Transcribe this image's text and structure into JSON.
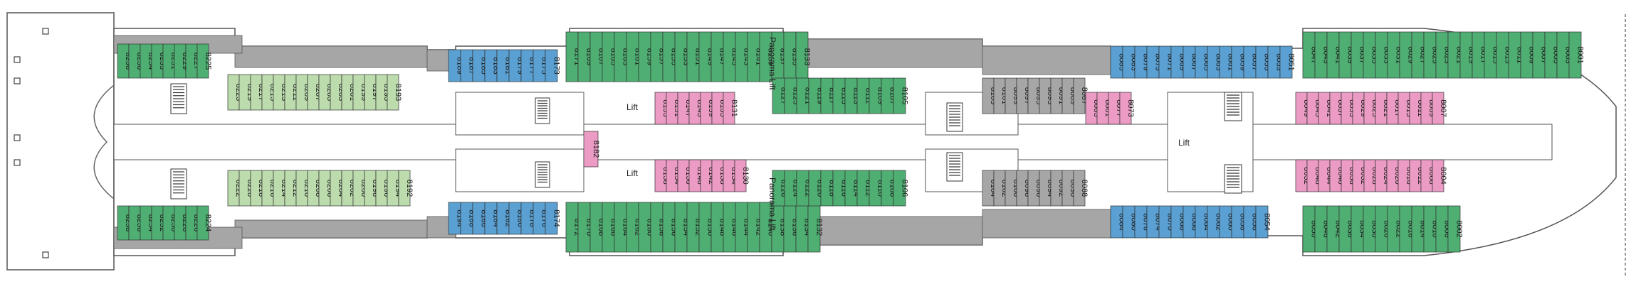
{
  "colors": {
    "hull_outline": "#555555",
    "corridor": "#ffffff",
    "service": "#a6a6a6",
    "balcony_green": "#4fae72",
    "ocean_green": "#bcdcae",
    "blue": "#5aa0d2",
    "pink": "#ec9cc4",
    "dark_grey": "#8a8a8a"
  },
  "labels": {
    "lift": "Lift",
    "panorama_lift": "Panorama Lift"
  },
  "cabins": {
    "top_outer_aft": [
      "8238",
      "8236",
      "8234",
      "8233",
      "8231",
      "8229",
      "8227",
      "8225"
    ],
    "top_inner_aft": [
      "8223",
      "8219",
      "8217",
      "8215",
      "8213",
      "8211",
      "8209",
      "8207",
      "8205",
      "8203",
      "8201",
      "8199",
      "8197",
      "8195",
      "8193"
    ],
    "top_outer_mid_blue": [
      "8189",
      "8187",
      "8185",
      "8183",
      "8181",
      "8179",
      "8177",
      "8175",
      "8173"
    ],
    "top_outer_mid_green": [
      "8171",
      "8169",
      "8167",
      "8165",
      "8163",
      "8161",
      "8159",
      "8157",
      "8155",
      "8153",
      "8151",
      "8149",
      "8147",
      "8145",
      "8143",
      "8141",
      "8139",
      "8137",
      "8135",
      "8133"
    ],
    "top_inner_mid_pink": [
      "8155",
      "8151",
      "8147",
      "8143",
      "8139",
      "8135",
      "8131"
    ],
    "top_inner_fwd_green": [
      "8127",
      "8125",
      "8121",
      "8119",
      "8117",
      "8115",
      "8113",
      "8111",
      "8109",
      "8107",
      "8105"
    ],
    "top_inner_grey_block": [
      "8103",
      "8101",
      "8099",
      "8097",
      "8095",
      "8093",
      "8091",
      "8089",
      "8087"
    ],
    "top_inner_pink_2": [
      "8085",
      "8081",
      "8077",
      "8073"
    ],
    "top_outer_fwd_blue": [
      "8085",
      "8083",
      "8079",
      "8075",
      "8071",
      "8069",
      "8067",
      "8065",
      "8063",
      "8061",
      "8059",
      "8057",
      "8055",
      "8053",
      "8051"
    ],
    "top_outer_fwd_green": [
      "8047",
      "8043",
      "8041",
      "8039",
      "8037",
      "8035",
      "8033",
      "8031",
      "8029",
      "8027",
      "8025",
      "8023",
      "8021",
      "8019",
      "8017",
      "8015",
      "8013",
      "8011",
      "8009",
      "8007",
      "8005",
      "8003",
      "8001"
    ],
    "top_inner_fwd_pink": [
      "8049",
      "8045",
      "8041",
      "8037",
      "8033",
      "8029",
      "8025",
      "8021",
      "8017",
      "8013",
      "8011",
      "8009",
      "8007"
    ],
    "bottom_outer_aft": [
      "8238",
      "8236",
      "8234",
      "8232",
      "8230",
      "8228",
      "8226",
      "8224"
    ],
    "bottom_inner_aft": [
      "8222",
      "8220",
      "8218",
      "8216",
      "8214",
      "8212",
      "8210",
      "8208",
      "8206",
      "8204",
      "8202",
      "8200",
      "8198",
      "8196",
      "8194",
      "8192"
    ],
    "bottom_outer_mid_blue": [
      "8194",
      "8188",
      "8186",
      "8184",
      "8182",
      "8180",
      "8178",
      "8176",
      "8174"
    ],
    "bottom_outer_mid_green": [
      "8172",
      "8170",
      "8168",
      "8166",
      "8164",
      "8162",
      "8160",
      "8158",
      "8156",
      "8154",
      "8152",
      "8150",
      "8148",
      "8146",
      "8144",
      "8142",
      "8140",
      "8138",
      "8136",
      "8134",
      "8132"
    ],
    "bottom_inner_mid_pink": [
      "8158",
      "8154",
      "8150",
      "8146",
      "8142",
      "8138",
      "8134",
      "8130"
    ],
    "bottom_inner_fwd_green": [
      "8126",
      "8124",
      "8122",
      "8120",
      "8118",
      "8116",
      "8114",
      "8112",
      "8110",
      "8108",
      "8106"
    ],
    "bottom_inner_grey_block": [
      "8104",
      "8102",
      "8100",
      "8098",
      "8096",
      "8094",
      "8092",
      "8090",
      "8088"
    ],
    "bottom_outer_fwd_blue": [
      "8084",
      "8080",
      "8076",
      "8074",
      "8070",
      "8068",
      "8066",
      "8064",
      "8062",
      "8060",
      "8058",
      "8056",
      "8054"
    ],
    "bottom_outer_fwd_green": [
      "8050",
      "8046",
      "8042",
      "8038",
      "8034",
      "8030",
      "8026",
      "8022",
      "8018",
      "8014",
      "8010",
      "8006",
      "8002"
    ],
    "bottom_inner_fwd_pink": [
      "8052",
      "8048",
      "8044",
      "8040",
      "8036",
      "8032",
      "8028",
      "8024",
      "8020",
      "8016",
      "8012",
      "8008",
      "8004"
    ],
    "center_pink": "8182"
  }
}
